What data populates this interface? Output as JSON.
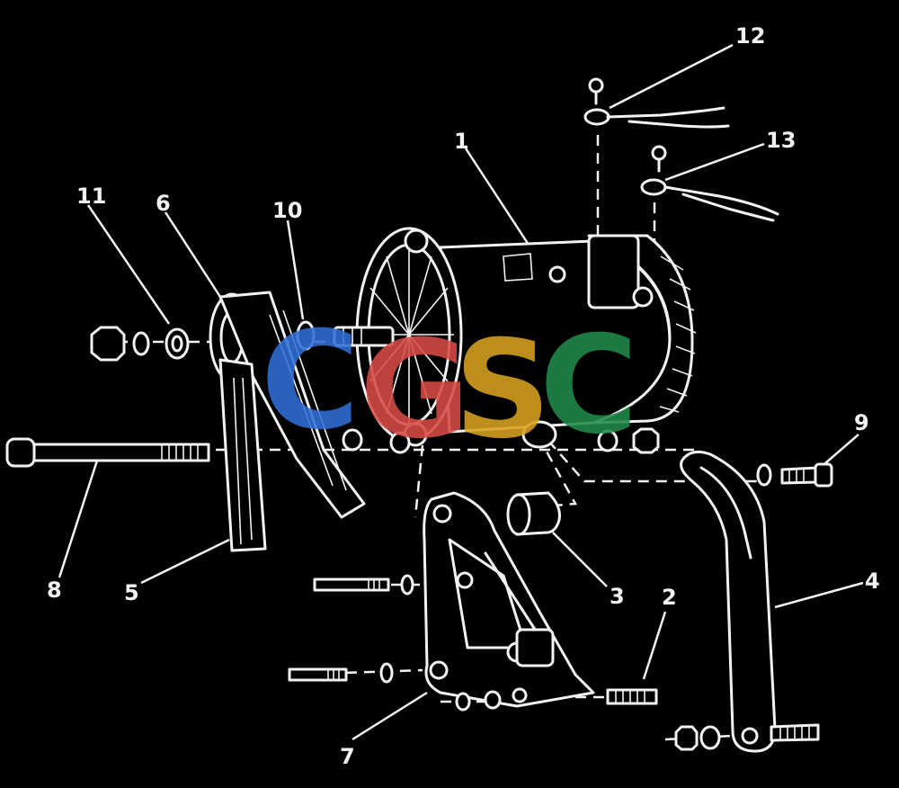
{
  "callouts": [
    {
      "id": "1",
      "label": "1"
    },
    {
      "id": "2",
      "label": "2"
    },
    {
      "id": "3",
      "label": "3"
    },
    {
      "id": "4",
      "label": "4"
    },
    {
      "id": "5",
      "label": "5"
    },
    {
      "id": "6",
      "label": "6"
    },
    {
      "id": "7",
      "label": "7"
    },
    {
      "id": "8",
      "label": "8"
    },
    {
      "id": "9",
      "label": "9"
    },
    {
      "id": "10",
      "label": "10"
    },
    {
      "id": "11",
      "label": "11"
    },
    {
      "id": "12",
      "label": "12"
    },
    {
      "id": "13",
      "label": "13"
    }
  ],
  "watermark": {
    "letters": [
      "C",
      "G",
      "S",
      "C"
    ],
    "colors": [
      "#2f6fd6",
      "#d84a45",
      "#d8a21f",
      "#1f8a4a"
    ]
  },
  "colors": {
    "background": "#000000",
    "line": "#f2f2f2"
  }
}
